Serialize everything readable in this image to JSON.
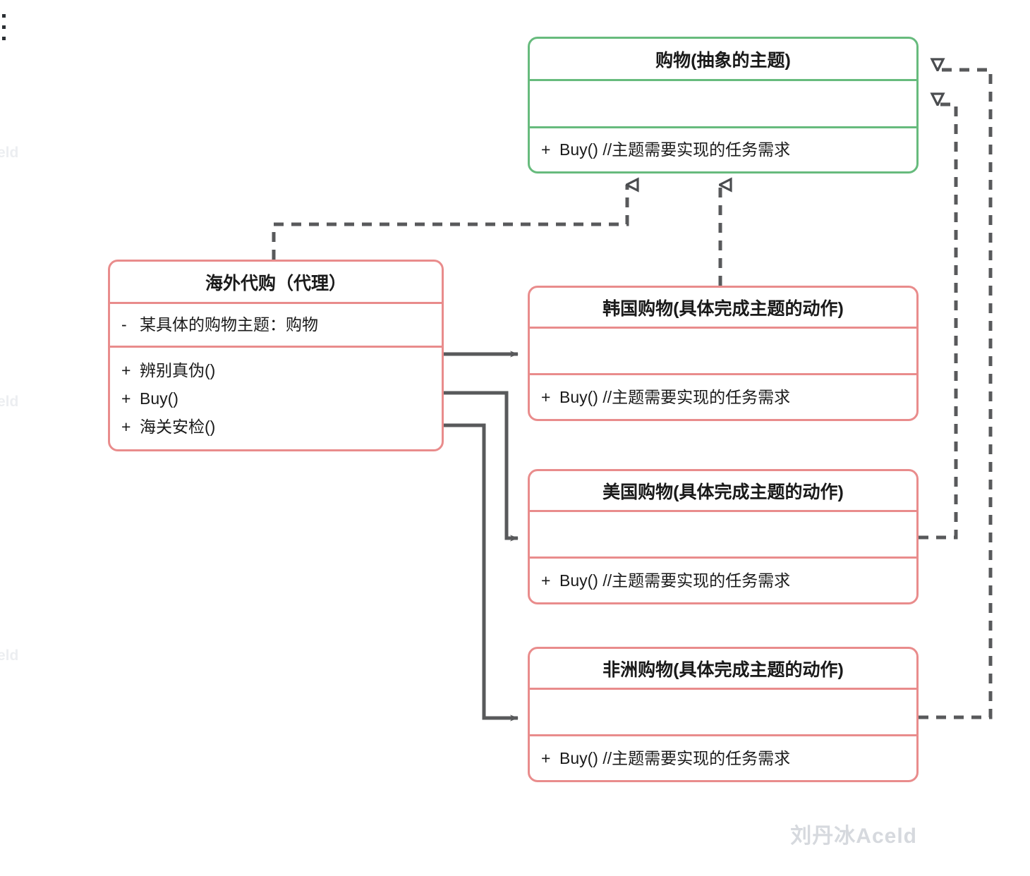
{
  "diagram": {
    "title_watermark": "刘丹冰Aceld",
    "colors": {
      "abstract_border": "#67bb7d",
      "concrete_border": "#e98c8c",
      "connector": "#58595b",
      "watermark": "#d6d9de"
    },
    "side_watermarks": [
      "eld",
      "eld",
      "eld"
    ],
    "classes": [
      {
        "id": "shopping-abstract",
        "name": "购物(抽象的主题)",
        "kind": "abstract",
        "attributes": [],
        "operations": [
          {
            "visibility": "+",
            "text": "Buy()  //主题需要实现的任务需求"
          }
        ]
      },
      {
        "id": "overseas-proxy",
        "name": "海外代购（代理）",
        "kind": "proxy",
        "attributes": [
          {
            "visibility": "-",
            "text": "某具体的购物主题：购物"
          }
        ],
        "operations": [
          {
            "visibility": "+",
            "text": "辨别真伪()"
          },
          {
            "visibility": "+",
            "text": "Buy()"
          },
          {
            "visibility": "+",
            "text": "海关安检()"
          }
        ]
      },
      {
        "id": "korea-shopping",
        "name": "韩国购物(具体完成主题的动作)",
        "kind": "concrete",
        "attributes": [],
        "operations": [
          {
            "visibility": "+",
            "text": "Buy()  //主题需要实现的任务需求"
          }
        ]
      },
      {
        "id": "usa-shopping",
        "name": "美国购物(具体完成主题的动作)",
        "kind": "concrete",
        "attributes": [],
        "operations": [
          {
            "visibility": "+",
            "text": "Buy()  //主题需要实现的任务需求"
          }
        ]
      },
      {
        "id": "africa-shopping",
        "name": "非洲购物(具体完成主题的动作)",
        "kind": "concrete",
        "attributes": [],
        "operations": [
          {
            "visibility": "+",
            "text": "Buy()  //主题需要实现的任务需求"
          }
        ]
      }
    ],
    "relations": [
      {
        "from": "overseas-proxy",
        "to": "shopping-abstract",
        "type": "realization",
        "style": "dashed",
        "arrow": "hollow-triangle"
      },
      {
        "from": "korea-shopping",
        "to": "shopping-abstract",
        "type": "realization",
        "style": "dashed",
        "arrow": "hollow-triangle"
      },
      {
        "from": "usa-shopping",
        "to": "shopping-abstract",
        "type": "realization",
        "style": "dashed",
        "arrow": "hollow-triangle"
      },
      {
        "from": "africa-shopping",
        "to": "shopping-abstract",
        "type": "realization",
        "style": "dashed",
        "arrow": "hollow-triangle"
      },
      {
        "from": "overseas-proxy",
        "to": "korea-shopping",
        "type": "association",
        "style": "solid",
        "arrow": "filled-arrow"
      },
      {
        "from": "overseas-proxy",
        "to": "usa-shopping",
        "type": "association",
        "style": "solid",
        "arrow": "filled-arrow"
      },
      {
        "from": "overseas-proxy",
        "to": "africa-shopping",
        "type": "association",
        "style": "solid",
        "arrow": "filled-arrow"
      }
    ]
  }
}
